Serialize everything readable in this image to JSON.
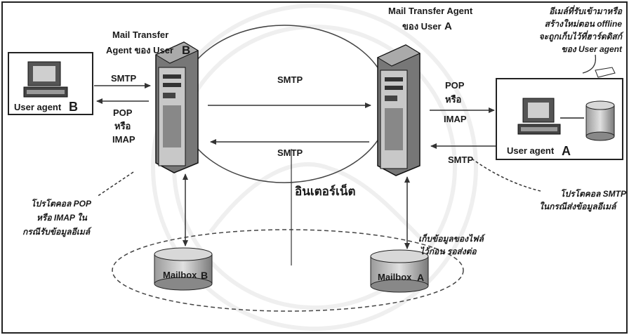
{
  "mta_b": {
    "line1": "Mail Transfer",
    "line2": "Agent ของ User",
    "letter": "B"
  },
  "mta_a": {
    "line1": "Mail Transfer Agent",
    "line2": "ของ User",
    "letter": "A"
  },
  "user_agent_b": {
    "label": "User agent",
    "letter": "B"
  },
  "user_agent_a": {
    "label": "User agent",
    "letter": "A"
  },
  "arrows": {
    "smtp_left": "SMTP",
    "pop_left": [
      "POP",
      "หรือ",
      "IMAP"
    ],
    "smtp_top": "SMTP",
    "smtp_bottom": "SMTP",
    "pop_right": [
      "POP",
      "หรือ",
      "IMAP"
    ],
    "smtp_right": "SMTP"
  },
  "internet_label": "อินเตอร์เน็ต",
  "mailbox_b": {
    "label": "Mailbox",
    "letter": "B"
  },
  "mailbox_a": {
    "label": "Mailbox",
    "letter": "A"
  },
  "notes": {
    "top_right": [
      "อีเมล์ที่รับเข้ามาหรือ",
      "สร้างใหม่ตอน offline",
      "จะถูกเก็บไว้ที่ฮาร์ดดิสก์",
      "ของ User agent"
    ],
    "pop_protocol": [
      "โปรโตคอล POP",
      "หรือ IMAP ใน",
      "กรณีรับข้อมูลอีเมล์"
    ],
    "smtp_protocol": [
      "โปรโตคอล SMTP",
      "ในกรณีส่งข้อมูลอีเมล์"
    ],
    "store_data": [
      "เก็บข้อมูลของไฟล์",
      "ไว้ก่อน รอส่งต่อ"
    ]
  }
}
